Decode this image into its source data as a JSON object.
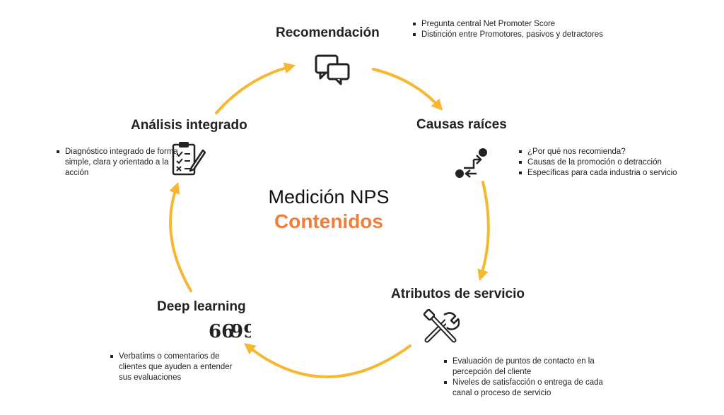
{
  "center": {
    "title": "Medición NPS",
    "subtitle": "Contenidos"
  },
  "nodes": {
    "recomendacion": {
      "title": "Recomendación",
      "icon": "chat-bubbles-icon",
      "bullets": [
        "Pregunta central Net Promoter Score",
        "Distinción entre Promotores, pasivos y detractores"
      ]
    },
    "causas": {
      "title": "Causas raíces",
      "icon": "flow-path-icon",
      "bullets": [
        "¿Por qué nos recomienda?",
        "Causas de la promoción o detracción",
        "Específicas para cada industria o servicio"
      ]
    },
    "atributos": {
      "title": "Atributos de servicio",
      "icon": "tools-icon",
      "bullets": [
        "Evaluación de puntos de contacto en la percepción del cliente",
        "Niveles de satisfacción o entrega de cada canal o proceso de servicio"
      ]
    },
    "deep": {
      "title": "Deep learning",
      "icon": "quote-marks-icon",
      "bullets": [
        "Verbatims o comentarios de clientes que ayuden a entender sus evaluaciones"
      ]
    },
    "analisis": {
      "title": "Análisis integrado",
      "icon": "clipboard-checklist-icon",
      "bullets": [
        "Diagnóstico integrado de forma simple, clara y orientado a la acción"
      ]
    }
  },
  "colors": {
    "arrow": "#f7b731",
    "accent": "#ef7d3c",
    "text": "#222222"
  }
}
